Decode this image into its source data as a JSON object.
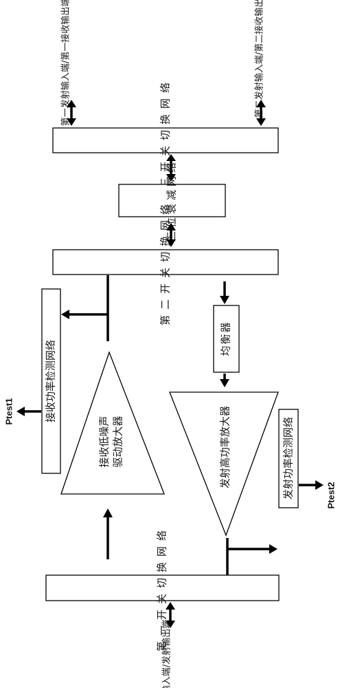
{
  "labels": {
    "port_first": "第一发射输入端/第一接收输出端",
    "port_second": "第二发射输入端/第二接收输出端",
    "port_bottom": "接收输入端/发射输出端",
    "switch3": "第三开关切换网络",
    "attenuator": "三位衰减网络",
    "switch2": "第二开关切换网络",
    "rx_detect": "接收功率检测网络",
    "equalizer": "均衡器",
    "lna": "接收低噪声驱动放大器",
    "pa": "发射高功率放大器",
    "tx_detect": "发射功率检测网络",
    "switch1": "第一开关切换网络",
    "ptest1": "Ptest1",
    "ptest2": "Ptest2"
  },
  "colors": {
    "line": "#000000",
    "fill": "#ffffff"
  }
}
